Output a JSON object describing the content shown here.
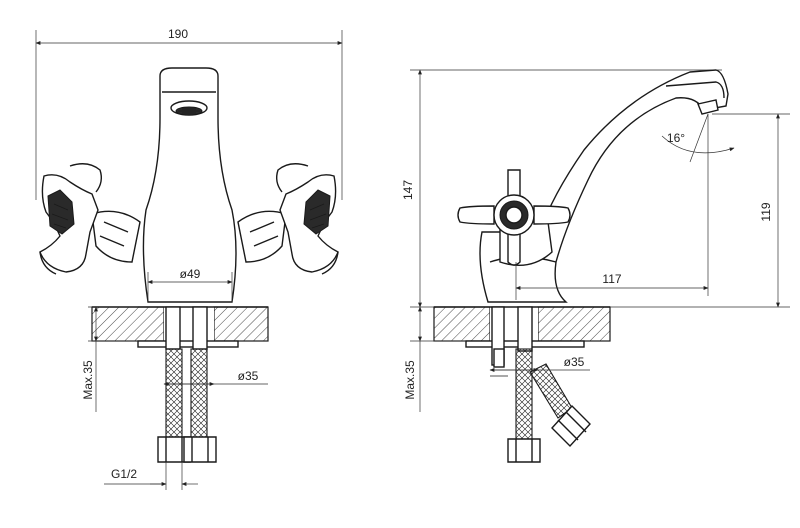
{
  "front_view": {
    "width_label": "190",
    "spout_dia_label": "ø49",
    "hole_dia_label": "ø35",
    "thickness_label": "Max.35",
    "thread_label": "G1/2"
  },
  "side_view": {
    "height_label": "147",
    "spout_height_label": "119",
    "reach_label": "117",
    "angle_label": "16°",
    "hole_dia_label": "ø35",
    "thickness_label": "Max.35"
  }
}
